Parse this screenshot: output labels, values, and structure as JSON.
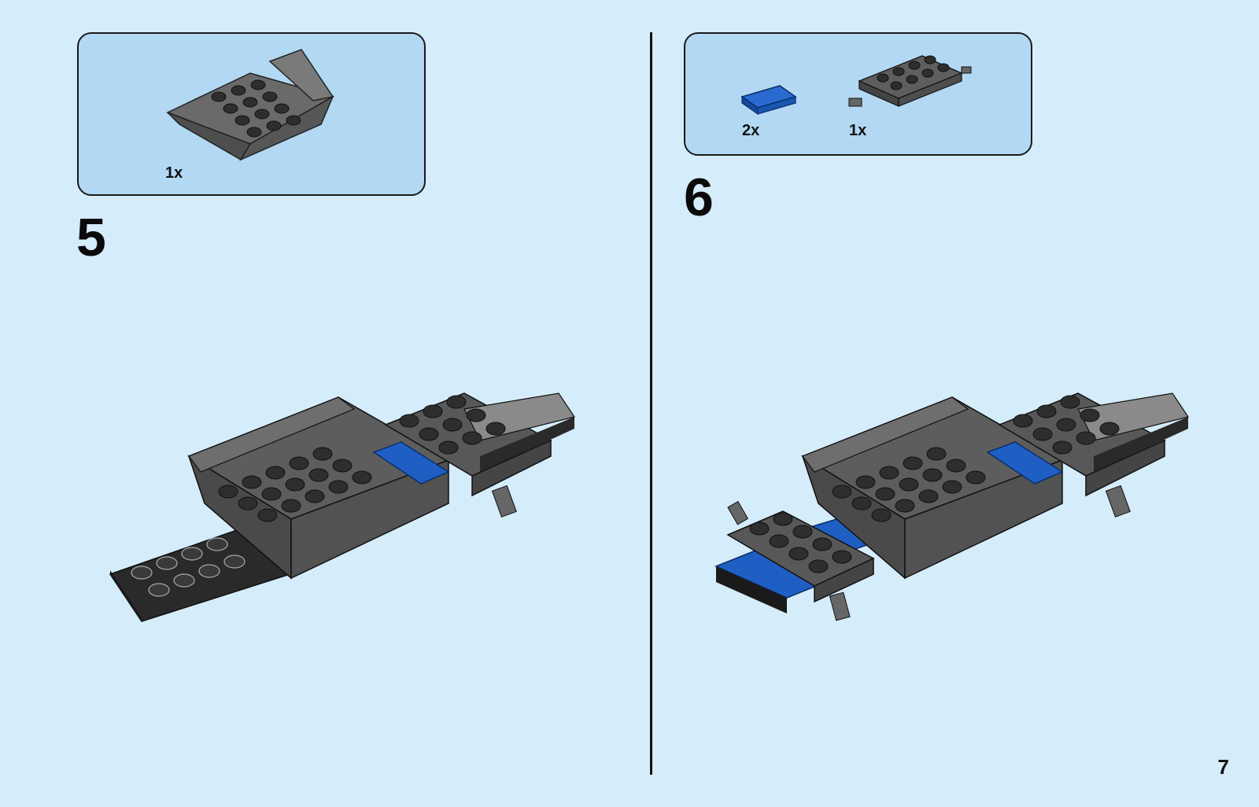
{
  "steps": [
    {
      "number": "5",
      "parts": [
        {
          "qty": "1x",
          "part": "dark-grey-inverted-slope-plate"
        }
      ]
    },
    {
      "number": "6",
      "parts": [
        {
          "qty": "2x",
          "part": "blue-tile-1x2"
        },
        {
          "qty": "1x",
          "part": "dark-grey-plate-with-pins"
        }
      ]
    }
  ],
  "page_number": "7",
  "colors": {
    "background": "#d5ecfb",
    "parts_box": "#b2d8f3",
    "dark_grey": "#5c5c5c",
    "black": "#2a2a2a",
    "blue": "#1f5fc4"
  },
  "icons": [
    "dark-grey-inverted-slope-plate-icon",
    "blue-tile-icon",
    "grey-plate-with-pins-icon",
    "step5-assembly-illustration",
    "step6-assembly-illustration"
  ]
}
